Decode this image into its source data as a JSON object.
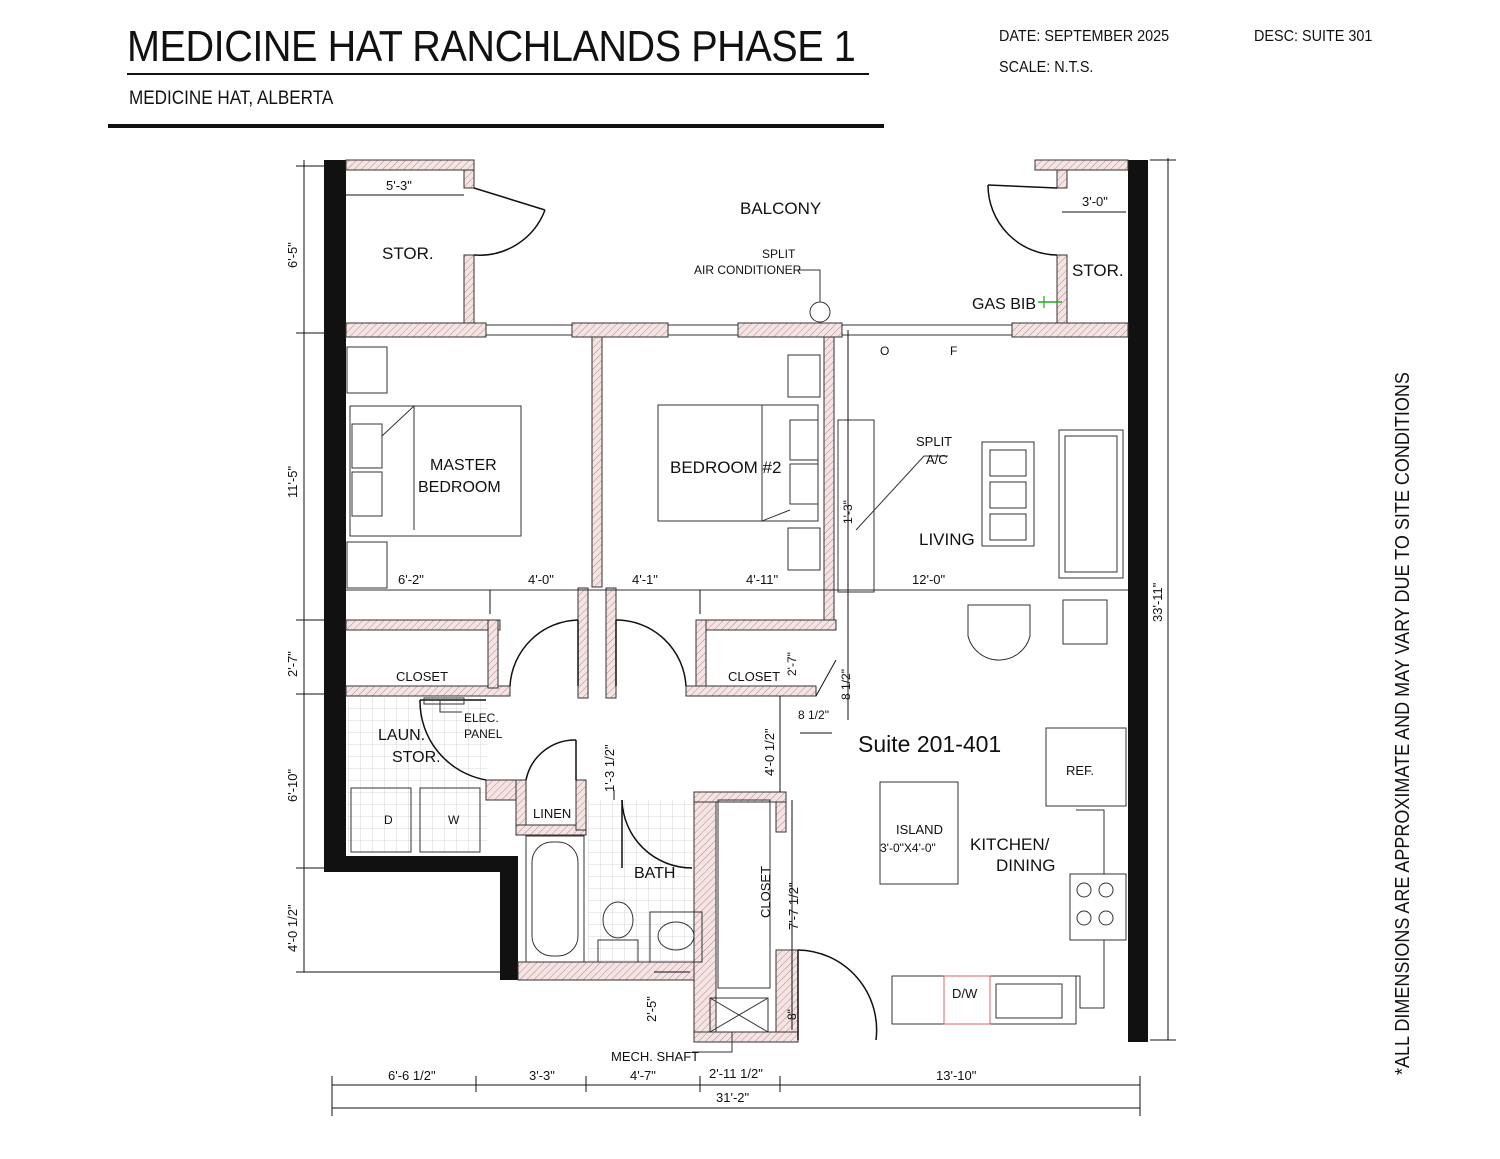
{
  "header": {
    "title": "MEDICINE HAT RANCHLANDS PHASE 1",
    "location": "MEDICINE HAT, ALBERTA",
    "date": "DATE: SEPTEMBER 2025",
    "scale": "SCALE: N.T.S.",
    "desc": "DESC: SUITE 301"
  },
  "side_note": "*ALL DIMENSIONS ARE APPROXIMATE AND MAY VARY DUE TO SITE CONDITIONS",
  "plan": {
    "suite_label": "Suite 201-401",
    "rooms": {
      "balcony": "BALCONY",
      "stor_left": "STOR.",
      "stor_right": "STOR.",
      "split_ac_1": "SPLIT",
      "split_ac_2": "AIR CONDITIONER",
      "gas_bib": "GAS BIB",
      "master_1": "MASTER",
      "master_2": "BEDROOM",
      "bedroom2": "BEDROOM #2",
      "split_1": "SPLIT",
      "split_2": "A/C",
      "living": "LIVING",
      "closet_1": "CLOSET",
      "closet_2": "CLOSET",
      "closet_3": "CLOSET",
      "elec_1": "ELEC.",
      "elec_2": "PANEL",
      "laun_1": "LAUN.",
      "laun_2": "STOR.",
      "linen": "LINEN",
      "bath": "BATH",
      "island_1": "ISLAND",
      "island_2": "3'-0\"X4'-0\"",
      "kitchen_1": "KITCHEN/",
      "kitchen_2": "DINING",
      "ref": "REF.",
      "dw": "D/W",
      "mech": "MECH. SHAFT",
      "washer_d": "D",
      "washer_w": "W",
      "o": "O",
      "f": "F"
    },
    "dims": {
      "d_5_3": "5'-3\"",
      "d_3_0": "3'-0\"",
      "d_6_5": "6'-5\"",
      "d_11_5": "11'-5\"",
      "d_2_7a": "2'-7\"",
      "d_6_10": "6'-10\"",
      "d_4_0_5": "4'-0 1/2\"",
      "d_33_11": "33'-11\"",
      "d_6_2": "6'-2\"",
      "d_4_0a": "4'-0\"",
      "d_4_1": "4'-1\"",
      "d_4_11": "4'-11\"",
      "d_12_0": "12'-0\"",
      "d_1_3": "1'-3\"",
      "d_2_7b": "2'-7\"",
      "d_8_5a": "8 1/2\"",
      "d_8_5b": "8 1/2\"",
      "d_4_0_5b": "4'-0 1/2\"",
      "d_1_3_5": "1'-3 1/2\"",
      "d_7_7_5": "7'-7 1/2\"",
      "d_2_5": "2'-5\"",
      "d_8": "8\"",
      "d_6_6_5": "6'-6 1/2\"",
      "d_3_3": "3'-3\"",
      "d_4_7": "4'-7\"",
      "d_2_11_5": "2'-11 1/2\"",
      "d_13_10": "13'-10\"",
      "d_31_2": "31'-2\""
    }
  }
}
